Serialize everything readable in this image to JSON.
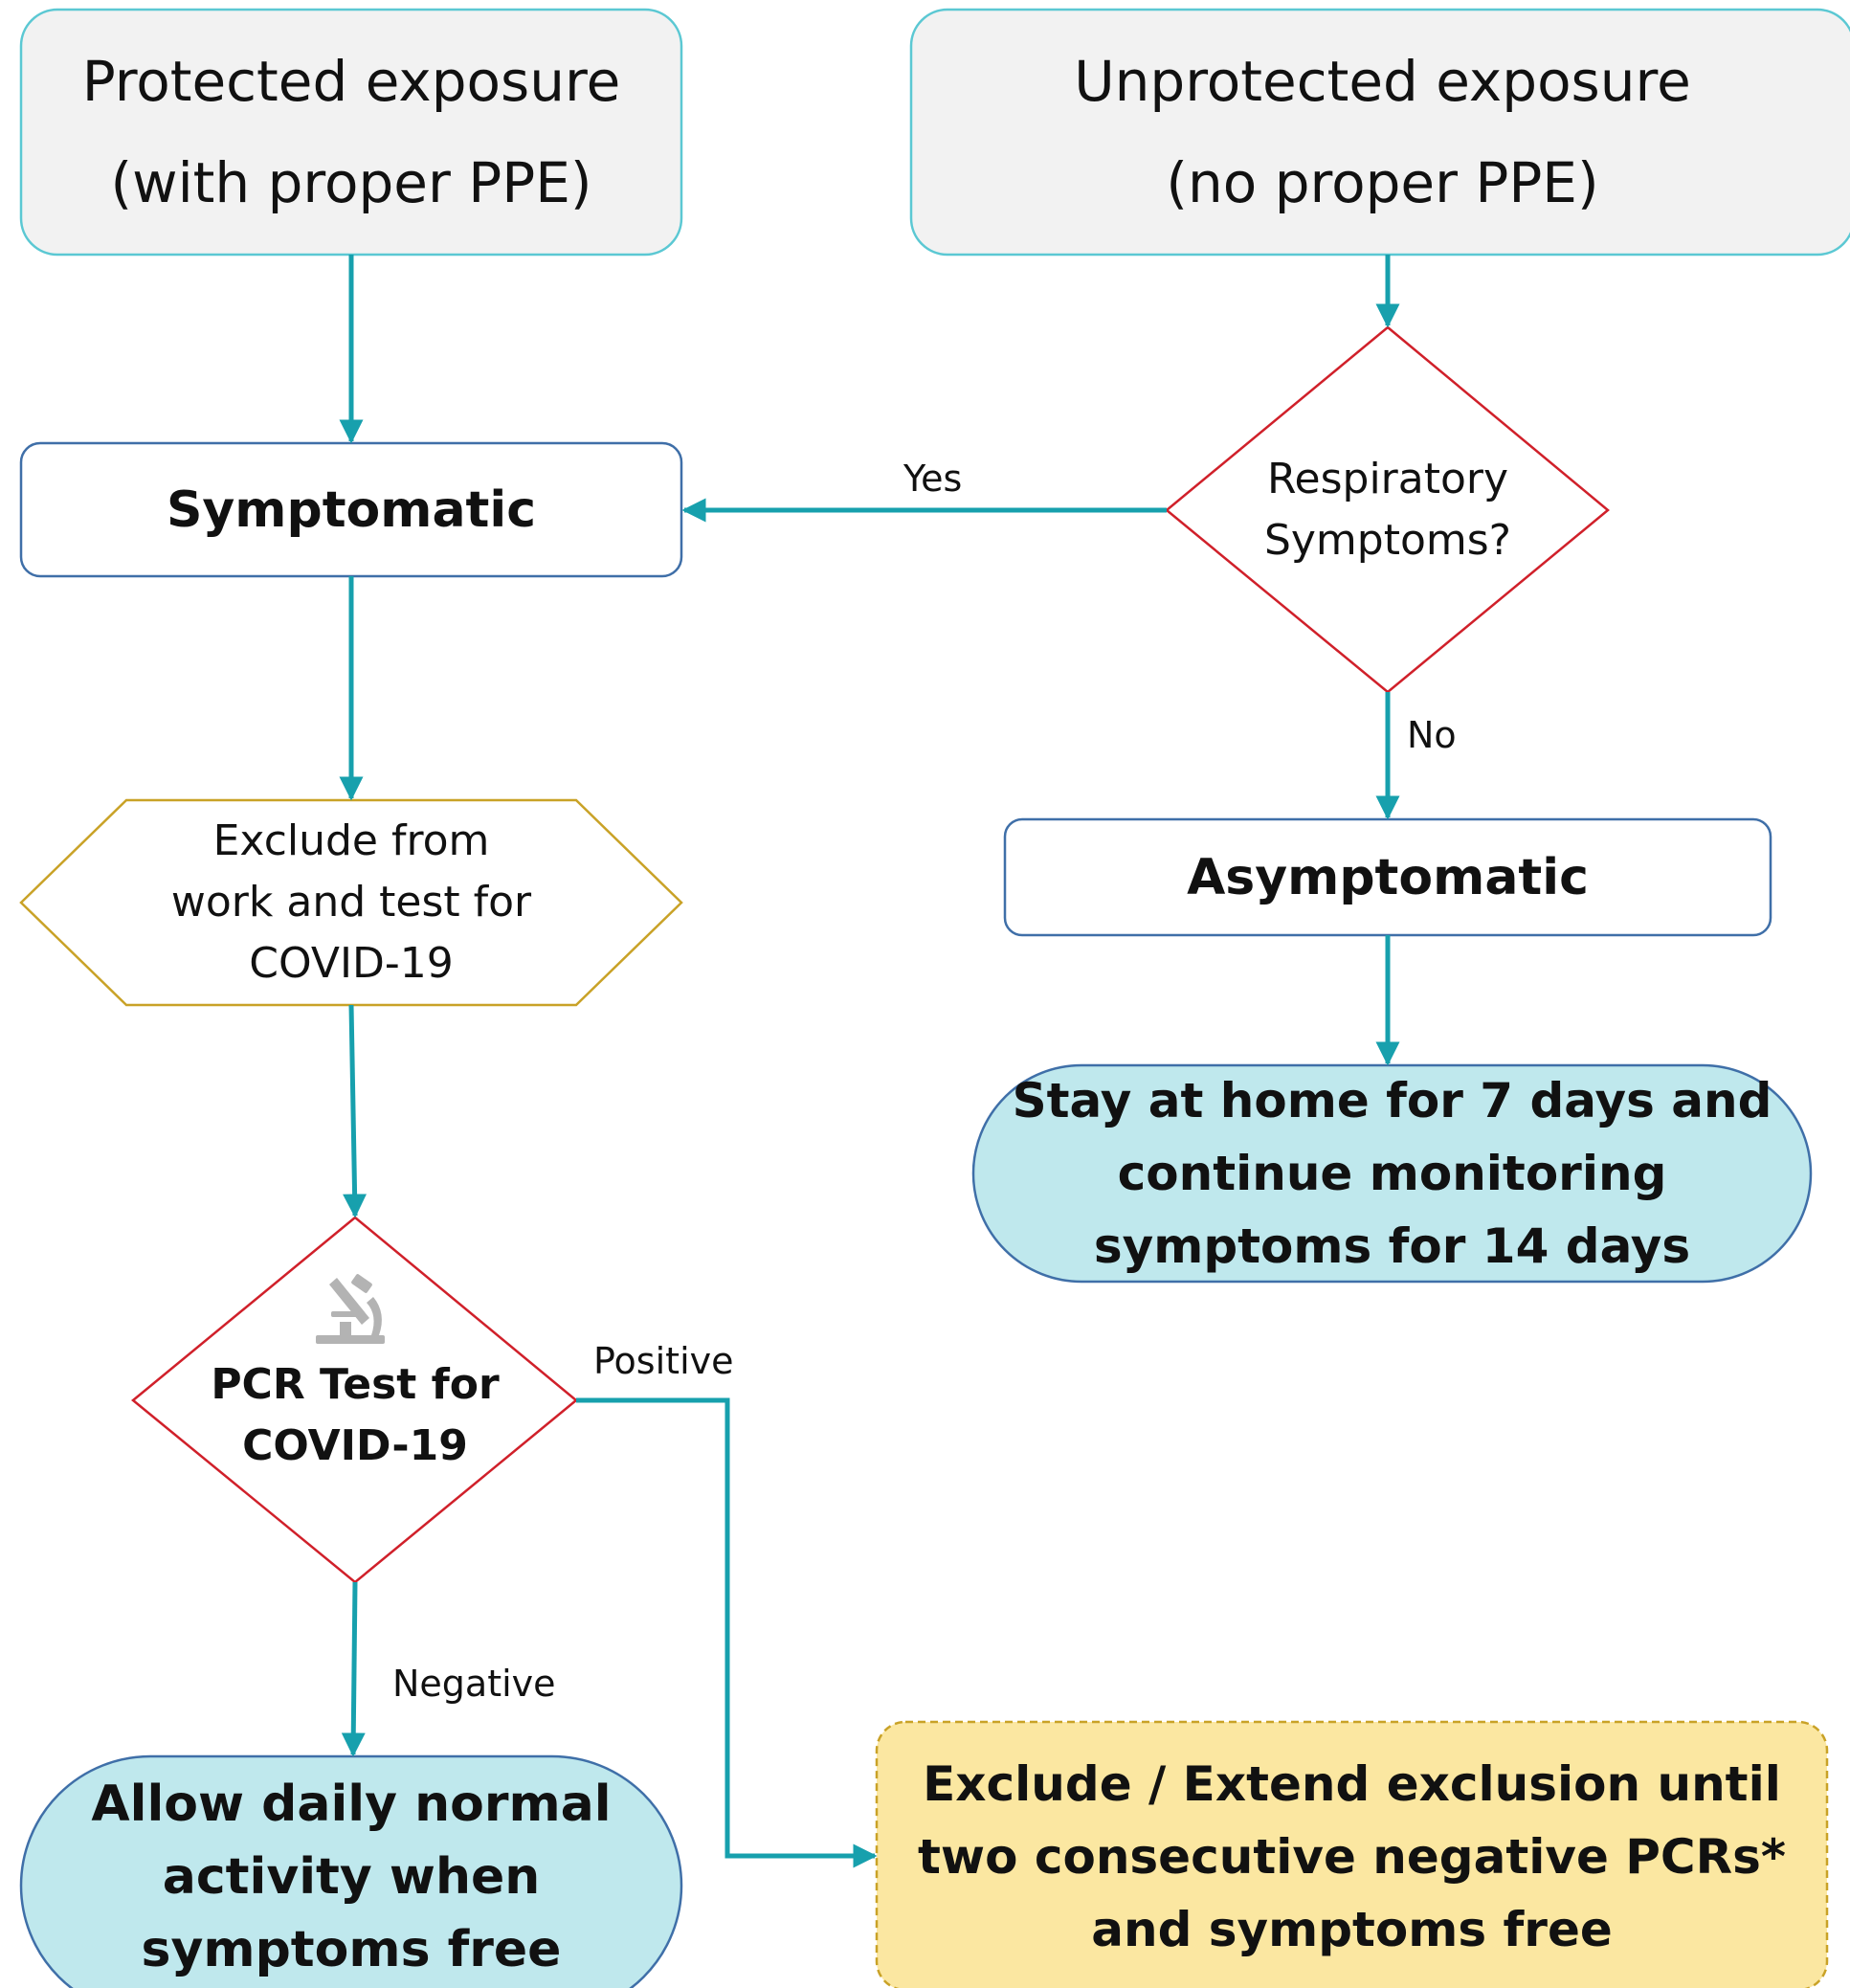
{
  "nodes": {
    "protected": {
      "lines": [
        "Protected exposure",
        "(with proper PPE)"
      ]
    },
    "unprotected": {
      "lines": [
        "Unprotected exposure",
        "(no proper PPE)"
      ]
    },
    "symptomatic": {
      "label": "Symptomatic"
    },
    "respiratory": {
      "lines": [
        "Respiratory",
        "Symptoms?"
      ]
    },
    "exclude_test": {
      "lines": [
        "Exclude from",
        "work and test for",
        "COVID-19"
      ]
    },
    "asymptomatic": {
      "label": "Asymptomatic"
    },
    "stay_home": {
      "lines": [
        "Stay at home for 7 days and",
        "continue monitoring",
        "symptoms for 14 days"
      ]
    },
    "pcr": {
      "lines": [
        "PCR Test for",
        "COVID-19"
      ],
      "icon": "microscope-icon"
    },
    "allow": {
      "lines": [
        "Allow daily normal",
        "activity when",
        "symptoms free"
      ]
    },
    "extend": {
      "lines": [
        "Exclude / Extend exclusion until",
        "two consecutive negative PCRs*",
        "and symptoms free"
      ]
    }
  },
  "edge_labels": {
    "yes": "Yes",
    "no": "No",
    "positive": "Positive",
    "negative": "Negative"
  },
  "colors": {
    "arrow": "#17a0ad",
    "exposure_fill": "#f2f2f2",
    "exposure_border": "#5bc8d3",
    "box_border": "#3f6fa8",
    "decision_border": "#d0202a",
    "hexagon_border": "#c9a227",
    "outcome_fill": "#bfe8ed",
    "outcome_border": "#3f6fa8",
    "extend_fill": "#fbe7a1",
    "extend_border": "#c9a227"
  }
}
